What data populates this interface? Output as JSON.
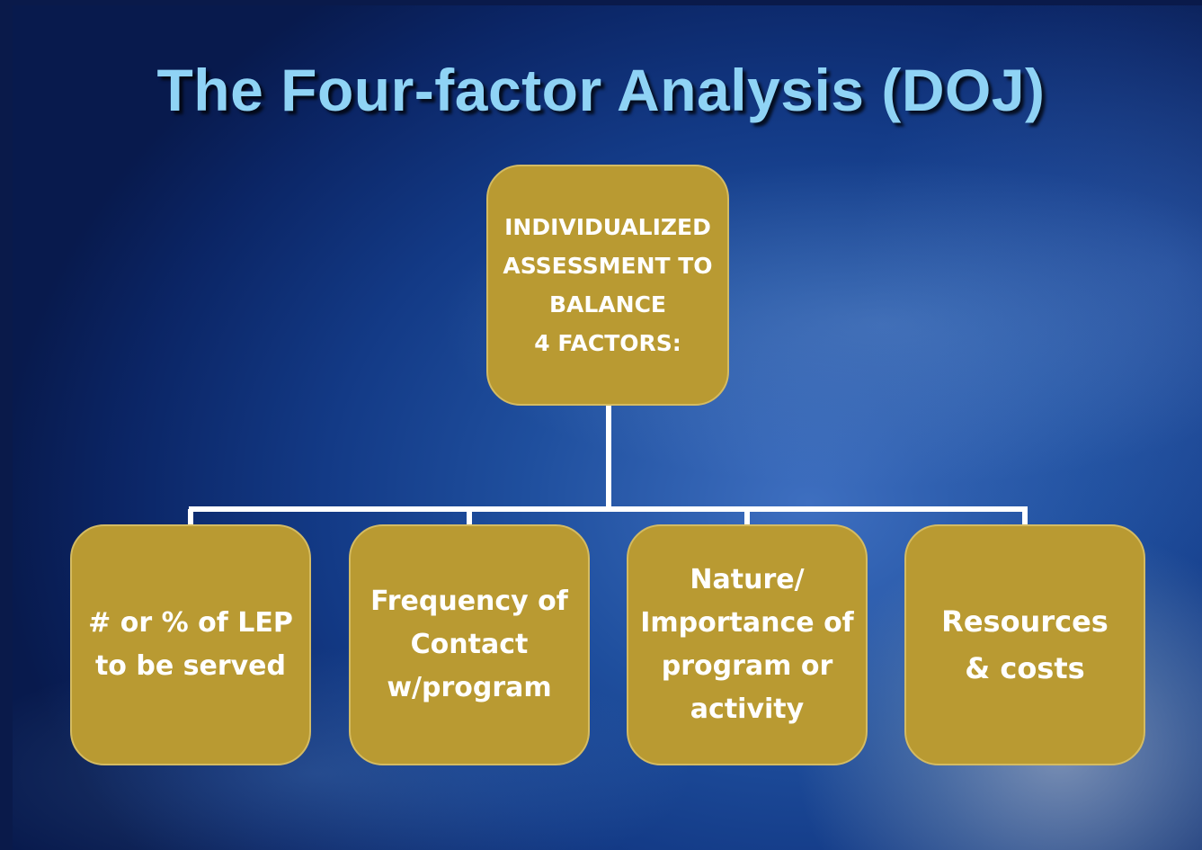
{
  "slide": {
    "title": "The Four-factor Analysis (DOJ)"
  },
  "diagram": {
    "root": {
      "label": "INDIVIDUALIZED\nASSESSMENT TO\nBALANCE\n 4 FACTORS:"
    },
    "factors": [
      {
        "label": "# or % of LEP\nto be served"
      },
      {
        "label": "Frequency of\nContact\nw/program"
      },
      {
        "label": "Nature/\nImportance of\nprogram or\nactivity"
      },
      {
        "label": "Resources\n& costs"
      }
    ]
  },
  "colors": {
    "title": "#8fd3f5",
    "box_fill": "#b99a32",
    "box_text": "#ffffff",
    "connector": "#ffffff",
    "background": "#133a86"
  }
}
